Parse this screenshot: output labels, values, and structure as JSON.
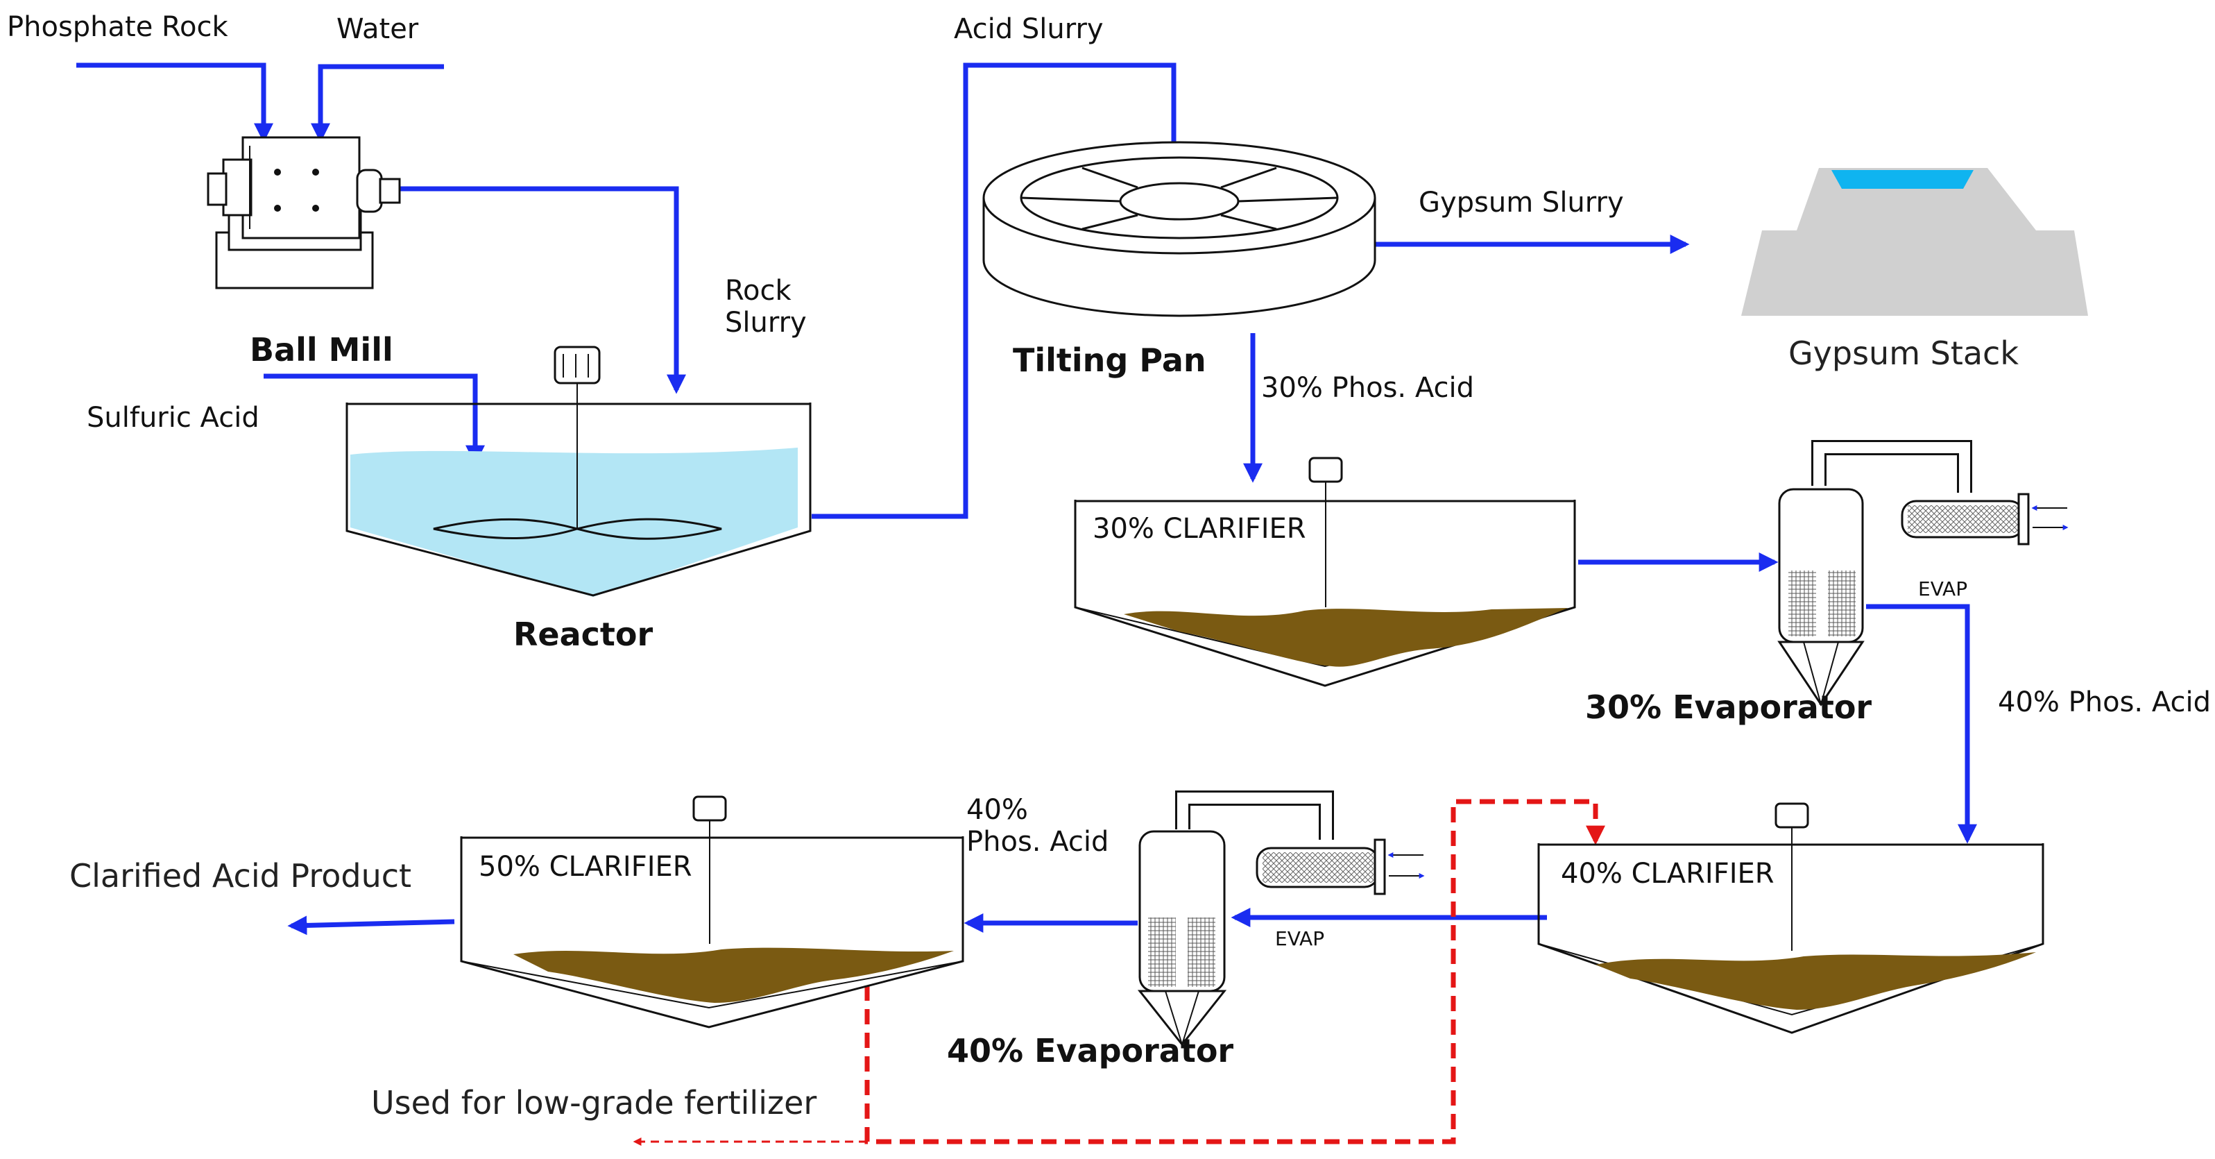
{
  "feeds": {
    "phosphate_rock": "Phosphate Rock",
    "water": "Water",
    "sulfuric_acid": "Sulfuric Acid",
    "acid_slurry": "Acid Slurry",
    "rock_slurry_line1": "Rock",
    "rock_slurry_line2": "Slurry",
    "gypsum_slurry": "Gypsum Slurry",
    "phos30": "30% Phos. Acid",
    "phos40_right": "40% Phos. Acid",
    "phos40_mid_line1": "40%",
    "phos40_mid_line2": "Phos. Acid",
    "product": "Clarified Acid Product",
    "low_grade": "Used for low-grade fertilizer"
  },
  "equipment": {
    "ball_mill": "Ball Mill",
    "reactor": "Reactor",
    "tilting_pan": "Tilting Pan",
    "gypsum_stack": "Gypsum Stack",
    "clarifier30": "30% CLARIFIER",
    "clarifier40": "40% CLARIFIER",
    "clarifier50": "50% CLARIFIER",
    "evaporator30": "30% Evaporator",
    "evaporator40": "40% Evaporator",
    "evap_tag_1": "EVAP",
    "evap_tag_2": "EVAP"
  },
  "colors": {
    "process_line": "#1a2cf0",
    "recycle_line": "#e41616",
    "sludge": "#7a5a12",
    "reactor_liquid": "#b3e6f5",
    "stack_body": "#d0d0d0",
    "stack_pond": "#0fb4f0"
  }
}
